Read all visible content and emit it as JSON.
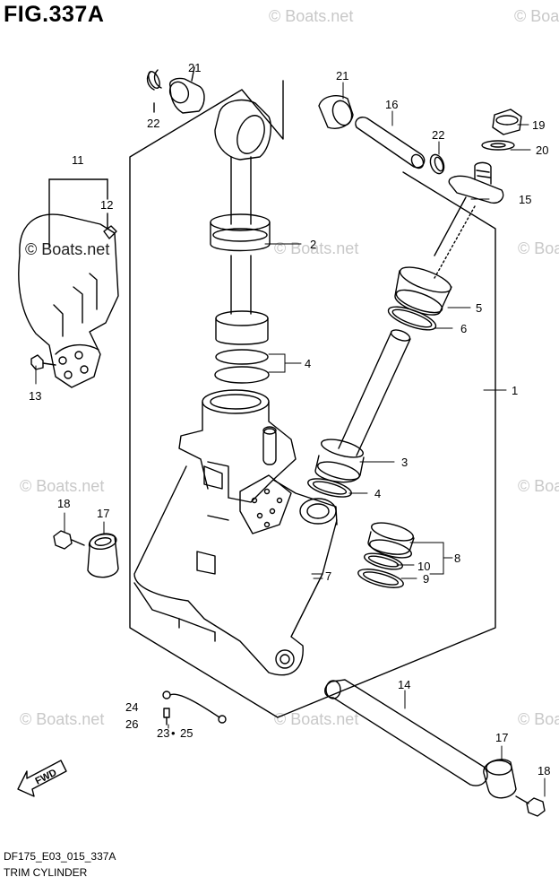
{
  "figure": {
    "title": "FIG.337A",
    "code": "DF175_E03_015_337A",
    "name": "TRIM CYLINDER"
  },
  "watermark": "© Boats.net",
  "fwd_label": "FWD",
  "callouts": {
    "c1": "1",
    "c2": "2",
    "c3": "3",
    "c4a": "4",
    "c4b": "4",
    "c5": "5",
    "c6": "6",
    "c7": "7",
    "c8": "8",
    "c9": "9",
    "c10": "10",
    "c11": "11",
    "c12": "12",
    "c13": "13",
    "c14": "14",
    "c15": "15",
    "c16": "16",
    "c17a": "17",
    "c17b": "17",
    "c18a": "18",
    "c18b": "18",
    "c19": "19",
    "c20": "20",
    "c21a": "21",
    "c21b": "21",
    "c22a": "22",
    "c22b": "22",
    "c23": "23",
    "c24": "24",
    "c25": "25",
    "c26": "26"
  },
  "colors": {
    "line": "#000000",
    "watermark": "#c8c8c8"
  }
}
